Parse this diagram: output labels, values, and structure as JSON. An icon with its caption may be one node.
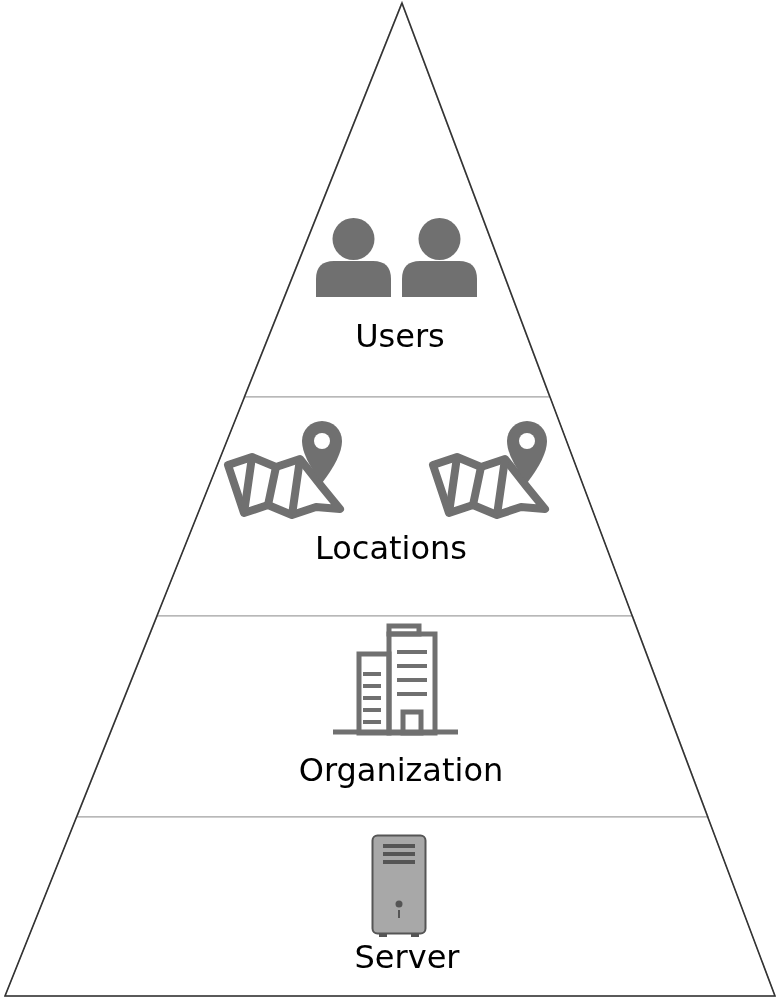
{
  "diagram": {
    "nodes": [
      {
        "text": [
          "Users"
        ]
      },
      {
        "text": [
          "Locations"
        ]
      },
      {
        "text": [
          "Organization"
        ]
      },
      {
        "text": [
          "Server"
        ]
      }
    ]
  }
}
